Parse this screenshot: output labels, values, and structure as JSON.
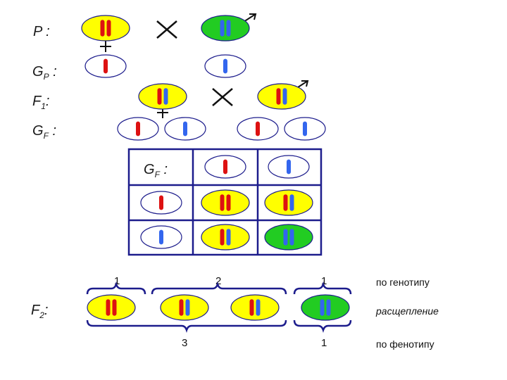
{
  "labels": {
    "p": "P :",
    "gp_main": "G",
    "gp_sub": "P",
    "gp_tail": " :",
    "f1_main": "F",
    "f1_sub": "1",
    "f1_tail": ":",
    "gf_main": "G",
    "gf_sub": "F",
    "gf_tail": " :",
    "grid_main": "G",
    "grid_sub": "F",
    "grid_tail": " :",
    "f2_main": "F",
    "f2_sub": "2",
    "f2_tail": ":"
  },
  "ratios": {
    "genotype": [
      "1",
      "2",
      "1"
    ],
    "phenotype": [
      "3",
      "1"
    ]
  },
  "notes": {
    "genotype": "по генотипу",
    "split": "расщепление",
    "phenotype": "по фенотипу"
  },
  "symbols": {
    "female": "female-symbol-icon",
    "male": "male-symbol-icon",
    "cross": "cross-x-icon"
  },
  "colors": {
    "yellow": "#ffff00",
    "green": "#22cc22",
    "red": "#dd1111",
    "blue": "#3366ee",
    "white": "#ffffff",
    "grid": "#1c1c8c"
  }
}
